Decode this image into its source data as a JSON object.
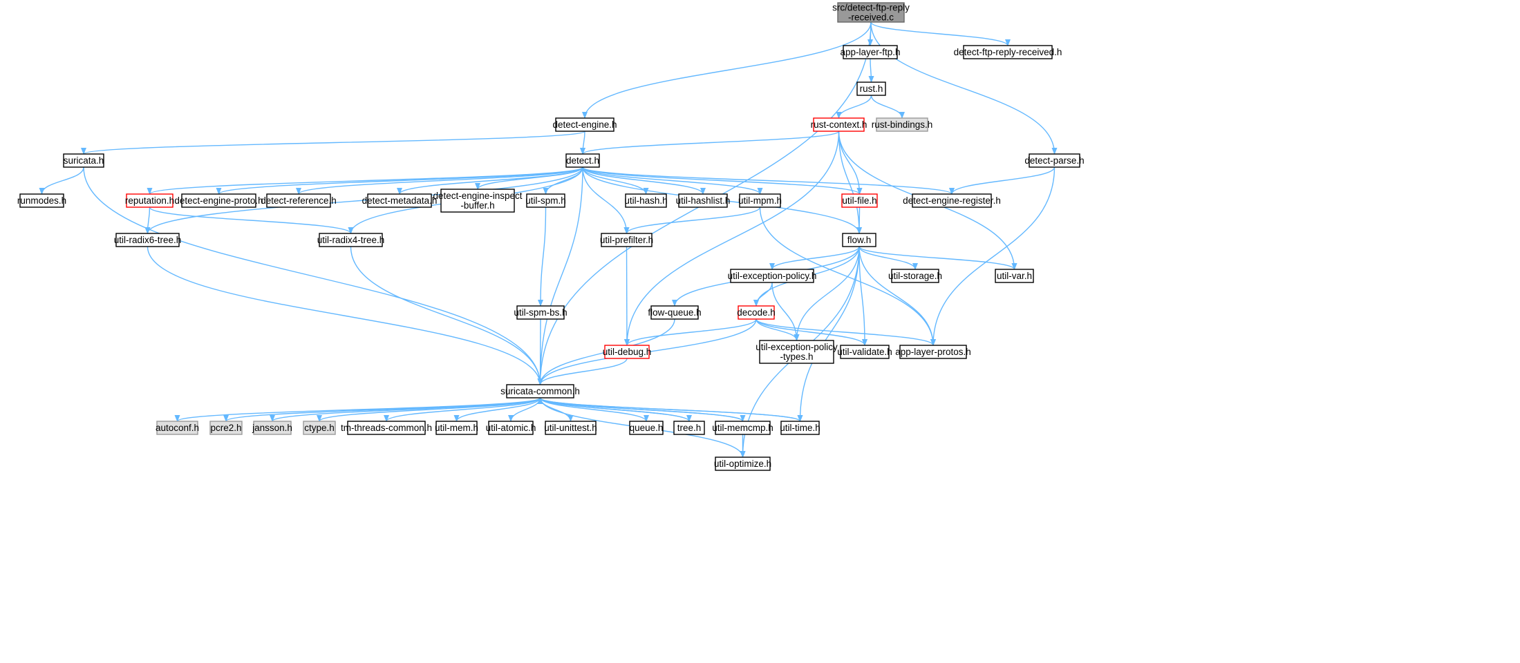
{
  "colors": {
    "edge": "#63b8ff",
    "normal_border": "#000000",
    "normal_fill": "#ffffff",
    "root_fill": "#999999",
    "root_border": "#666666",
    "gray_fill": "#e0e0e0",
    "gray_border": "#999999",
    "red_border": "#ff0000"
  },
  "nodes": [
    {
      "id": "root",
      "lines": [
        "src/detect-ftp-reply",
        "-received.c"
      ],
      "style": "root"
    },
    {
      "id": "app_layer_ftp",
      "lines": [
        "app-layer-ftp.h"
      ],
      "style": "normal"
    },
    {
      "id": "detect_ftp_reply_received_h",
      "lines": [
        "detect-ftp-reply-received.h"
      ],
      "style": "normal"
    },
    {
      "id": "rust_h",
      "lines": [
        "rust.h"
      ],
      "style": "normal"
    },
    {
      "id": "rust_context",
      "lines": [
        "rust-context.h"
      ],
      "style": "red"
    },
    {
      "id": "rust_bindings",
      "lines": [
        "rust-bindings.h"
      ],
      "style": "gray"
    },
    {
      "id": "detect_engine",
      "lines": [
        "detect-engine.h"
      ],
      "style": "normal"
    },
    {
      "id": "suricata_h",
      "lines": [
        "suricata.h"
      ],
      "style": "normal"
    },
    {
      "id": "detect_h",
      "lines": [
        "detect.h"
      ],
      "style": "normal"
    },
    {
      "id": "detect_parse",
      "lines": [
        "detect-parse.h"
      ],
      "style": "normal"
    },
    {
      "id": "runmodes",
      "lines": [
        "runmodes.h"
      ],
      "style": "normal"
    },
    {
      "id": "reputation",
      "lines": [
        "reputation.h"
      ],
      "style": "red"
    },
    {
      "id": "detect_engine_proto",
      "lines": [
        "detect-engine-proto.h"
      ],
      "style": "normal"
    },
    {
      "id": "detect_reference",
      "lines": [
        "detect-reference.h"
      ],
      "style": "normal"
    },
    {
      "id": "detect_metadata",
      "lines": [
        "detect-metadata.h"
      ],
      "style": "normal"
    },
    {
      "id": "detect_engine_inspect",
      "lines": [
        "detect-engine-inspect",
        "-buffer.h"
      ],
      "style": "normal"
    },
    {
      "id": "util_spm",
      "lines": [
        "util-spm.h"
      ],
      "style": "normal"
    },
    {
      "id": "util_hash",
      "lines": [
        "util-hash.h"
      ],
      "style": "normal"
    },
    {
      "id": "util_hashlist",
      "lines": [
        "util-hashlist.h"
      ],
      "style": "normal"
    },
    {
      "id": "util_mpm",
      "lines": [
        "util-mpm.h"
      ],
      "style": "normal"
    },
    {
      "id": "util_file",
      "lines": [
        "util-file.h"
      ],
      "style": "red"
    },
    {
      "id": "detect_engine_register",
      "lines": [
        "detect-engine-register.h"
      ],
      "style": "normal"
    },
    {
      "id": "util_radix6",
      "lines": [
        "util-radix6-tree.h"
      ],
      "style": "normal"
    },
    {
      "id": "util_radix4",
      "lines": [
        "util-radix4-tree.h"
      ],
      "style": "normal"
    },
    {
      "id": "util_prefilter",
      "lines": [
        "util-prefilter.h"
      ],
      "style": "normal"
    },
    {
      "id": "flow_h",
      "lines": [
        "flow.h"
      ],
      "style": "normal"
    },
    {
      "id": "util_exception_policy",
      "lines": [
        "util-exception-policy.h"
      ],
      "style": "normal"
    },
    {
      "id": "util_storage",
      "lines": [
        "util-storage.h"
      ],
      "style": "normal"
    },
    {
      "id": "util_var",
      "lines": [
        "util-var.h"
      ],
      "style": "normal"
    },
    {
      "id": "util_spm_bs",
      "lines": [
        "util-spm-bs.h"
      ],
      "style": "normal"
    },
    {
      "id": "flow_queue",
      "lines": [
        "flow-queue.h"
      ],
      "style": "normal"
    },
    {
      "id": "decode_h",
      "lines": [
        "decode.h"
      ],
      "style": "red"
    },
    {
      "id": "util_debug",
      "lines": [
        "util-debug.h"
      ],
      "style": "red"
    },
    {
      "id": "util_exception_policy_types",
      "lines": [
        "util-exception-policy",
        "-types.h"
      ],
      "style": "normal"
    },
    {
      "id": "util_validate",
      "lines": [
        "util-validate.h"
      ],
      "style": "normal"
    },
    {
      "id": "app_layer_protos",
      "lines": [
        "app-layer-protos.h"
      ],
      "style": "normal"
    },
    {
      "id": "suricata_common",
      "lines": [
        "suricata-common.h"
      ],
      "style": "normal"
    },
    {
      "id": "autoconf",
      "lines": [
        "autoconf.h"
      ],
      "style": "gray"
    },
    {
      "id": "pcre2",
      "lines": [
        "pcre2.h"
      ],
      "style": "gray"
    },
    {
      "id": "jansson",
      "lines": [
        "jansson.h"
      ],
      "style": "gray"
    },
    {
      "id": "ctype",
      "lines": [
        "ctype.h"
      ],
      "style": "gray"
    },
    {
      "id": "tm_threads_common",
      "lines": [
        "tm-threads-common.h"
      ],
      "style": "normal"
    },
    {
      "id": "util_mem",
      "lines": [
        "util-mem.h"
      ],
      "style": "normal"
    },
    {
      "id": "util_atomic",
      "lines": [
        "util-atomic.h"
      ],
      "style": "normal"
    },
    {
      "id": "util_unittest",
      "lines": [
        "util-unittest.h"
      ],
      "style": "normal"
    },
    {
      "id": "queue_h",
      "lines": [
        "queue.h"
      ],
      "style": "normal"
    },
    {
      "id": "tree_h",
      "lines": [
        "tree.h"
      ],
      "style": "normal"
    },
    {
      "id": "util_memcmp",
      "lines": [
        "util-memcmp.h"
      ],
      "style": "normal"
    },
    {
      "id": "util_time",
      "lines": [
        "util-time.h"
      ],
      "style": "normal"
    },
    {
      "id": "util_optimize",
      "lines": [
        "util-optimize.h"
      ],
      "style": "normal"
    }
  ],
  "edges": [
    [
      "root",
      "app_layer_ftp"
    ],
    [
      "root",
      "detect_ftp_reply_received_h"
    ],
    [
      "root",
      "detect_engine"
    ],
    [
      "root",
      "detect_parse"
    ],
    [
      "root",
      "suricata_common"
    ],
    [
      "app_layer_ftp",
      "rust_h"
    ],
    [
      "rust_h",
      "rust_context"
    ],
    [
      "rust_h",
      "rust_bindings"
    ],
    [
      "rust_context",
      "detect_h"
    ],
    [
      "rust_context",
      "util_file"
    ],
    [
      "rust_context",
      "flow_h"
    ],
    [
      "rust_context",
      "util_debug"
    ],
    [
      "rust_context",
      "util_var"
    ],
    [
      "detect_engine",
      "detect_h"
    ],
    [
      "detect_engine",
      "suricata_h"
    ],
    [
      "suricata_h",
      "runmodes"
    ],
    [
      "suricata_h",
      "suricata_common"
    ],
    [
      "detect_parse",
      "detect_engine_register"
    ],
    [
      "detect_parse",
      "app_layer_protos"
    ],
    [
      "detect_h",
      "reputation"
    ],
    [
      "detect_h",
      "detect_engine_proto"
    ],
    [
      "detect_h",
      "detect_reference"
    ],
    [
      "detect_h",
      "detect_metadata"
    ],
    [
      "detect_h",
      "detect_engine_inspect"
    ],
    [
      "detect_h",
      "util_spm"
    ],
    [
      "detect_h",
      "util_hash"
    ],
    [
      "detect_h",
      "util_hashlist"
    ],
    [
      "detect_h",
      "util_mpm"
    ],
    [
      "detect_h",
      "util_file"
    ],
    [
      "detect_h",
      "detect_engine_register"
    ],
    [
      "detect_h",
      "util_radix6"
    ],
    [
      "detect_h",
      "util_radix4"
    ],
    [
      "detect_h",
      "util_prefilter"
    ],
    [
      "detect_h",
      "flow_h"
    ],
    [
      "detect_h",
      "suricata_common"
    ],
    [
      "reputation",
      "util_radix6"
    ],
    [
      "reputation",
      "util_radix4"
    ],
    [
      "util_radix6",
      "suricata_common"
    ],
    [
      "util_radix4",
      "suricata_common"
    ],
    [
      "util_spm",
      "util_spm_bs"
    ],
    [
      "util_spm_bs",
      "suricata_common"
    ],
    [
      "util_mpm",
      "util_prefilter"
    ],
    [
      "util_mpm",
      "app_layer_protos"
    ],
    [
      "util_prefilter",
      "util_debug"
    ],
    [
      "util_file",
      "flow_h"
    ],
    [
      "flow_h",
      "util_exception_policy"
    ],
    [
      "flow_h",
      "util_storage"
    ],
    [
      "flow_h",
      "util_var"
    ],
    [
      "flow_h",
      "flow_queue"
    ],
    [
      "flow_h",
      "decode_h"
    ],
    [
      "flow_h",
      "util_exception_policy_types"
    ],
    [
      "flow_h",
      "util_validate"
    ],
    [
      "flow_h",
      "app_layer_protos"
    ],
    [
      "flow_h",
      "util_time"
    ],
    [
      "flow_h",
      "util_optimize"
    ],
    [
      "util_exception_policy",
      "decode_h"
    ],
    [
      "util_exception_policy",
      "util_exception_policy_types"
    ],
    [
      "flow_queue",
      "suricata_common"
    ],
    [
      "decode_h",
      "util_debug"
    ],
    [
      "decode_h",
      "util_exception_policy_types"
    ],
    [
      "decode_h",
      "util_validate"
    ],
    [
      "decode_h",
      "app_layer_protos"
    ],
    [
      "decode_h",
      "suricata_common"
    ],
    [
      "util_debug",
      "suricata_common"
    ],
    [
      "suricata_common",
      "autoconf"
    ],
    [
      "suricata_common",
      "pcre2"
    ],
    [
      "suricata_common",
      "jansson"
    ],
    [
      "suricata_common",
      "ctype"
    ],
    [
      "suricata_common",
      "tm_threads_common"
    ],
    [
      "suricata_common",
      "util_mem"
    ],
    [
      "suricata_common",
      "util_atomic"
    ],
    [
      "suricata_common",
      "util_unittest"
    ],
    [
      "suricata_common",
      "queue_h"
    ],
    [
      "suricata_common",
      "tree_h"
    ],
    [
      "suricata_common",
      "util_memcmp"
    ],
    [
      "suricata_common",
      "util_time"
    ],
    [
      "suricata_common",
      "util_optimize"
    ],
    [
      "util_memcmp",
      "util_optimize"
    ],
    [
      "util_memcmp",
      "suricata_common"
    ],
    [
      "tree_h",
      "suricata_common"
    ],
    [
      "util_time",
      "suricata_common"
    ]
  ]
}
